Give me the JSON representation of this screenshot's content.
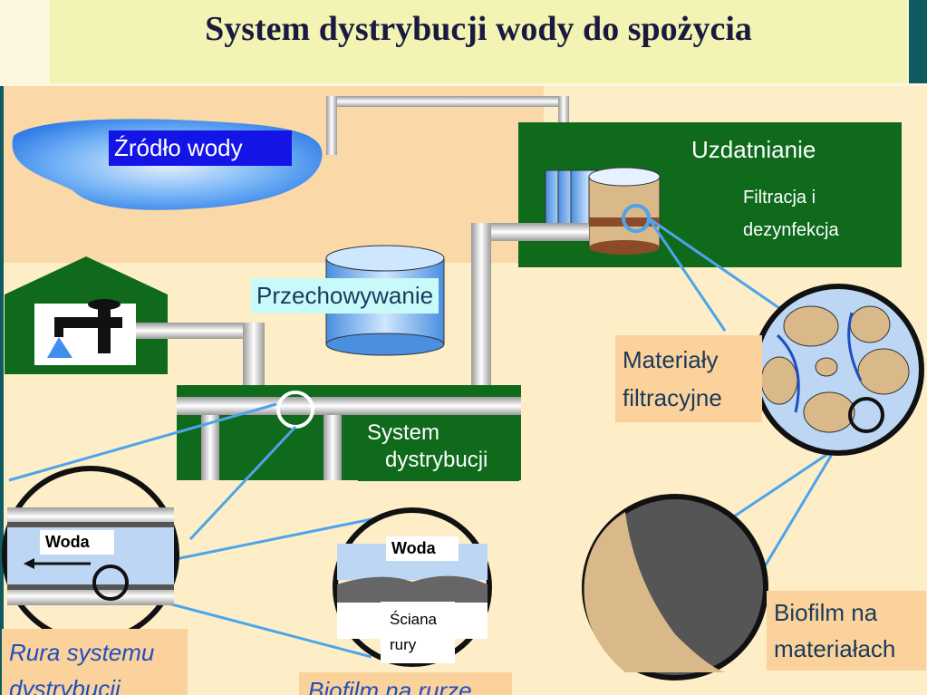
{
  "title": "System dystrybucji wody do spożycia",
  "labels": {
    "source": "Źródło wody",
    "treatment": "Uzdatnianie",
    "treatment_sub_1": "Filtracja i",
    "treatment_sub_2": "dezynfekcja",
    "storage": "Przechowywanie",
    "filter_materials_1": "Materiały",
    "filter_materials_2": "filtracyjne",
    "distribution_1": "System",
    "distribution_2": "dystrybucji",
    "water_pipe": "Woda",
    "water_wall": "Woda",
    "wall_1": "Ściana",
    "wall_2": "rury",
    "pipe_system_1": "Rura systemu",
    "pipe_system_2": "dystrybucji",
    "biofilm_pipe": "Biofilm na rurze",
    "biofilm_materials_1": "Biofilm na",
    "biofilm_materials_2": "materiałach"
  },
  "colors": {
    "title_bg": "#f3f4b4",
    "accent": "#0f5a5e",
    "dark_green": "#0f6a1c",
    "water_blue": "#3f8ef0",
    "label_blue": "#1414e6",
    "orange": "#fbd29b",
    "connector": "#4ea4ea"
  }
}
